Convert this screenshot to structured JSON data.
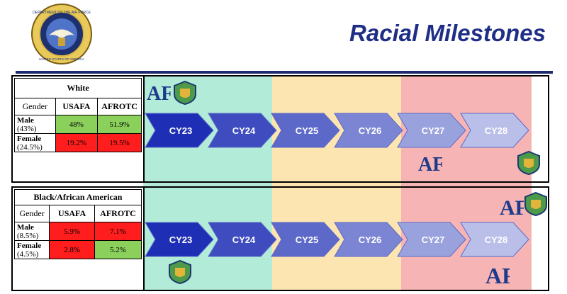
{
  "header": {
    "title": "Racial Milestones",
    "seal_text": "DEPARTMENT OF THE AIR FORCE",
    "seal_text_bottom": "UNITED STATES OF AMERICA"
  },
  "colors": {
    "title": "#1f2f86",
    "rule": "#1e2a6e",
    "band_teal": "#b3ebd9",
    "band_peach": "#fde5b1",
    "band_pink": "#f7b4b4",
    "cell_green": "#8ad05b",
    "cell_red": "#ff1d1d",
    "arrow_dark": "#1f2fb5",
    "arrow_light": "#b9bfe8"
  },
  "logos": {
    "af_letters": "AF",
    "rotc_badge": "AIR FORCE ROTC"
  },
  "timeline": {
    "years": [
      "CY23",
      "CY24",
      "CY25",
      "CY26",
      "CY27",
      "CY28"
    ]
  },
  "panels": [
    {
      "group": "White",
      "col_gender": "Gender",
      "col_usafa": "USAFA",
      "col_afrotc": "AFROTC",
      "rows": [
        {
          "label_bold": "Male",
          "label_pct": "(43%)",
          "usafa": "48%",
          "afrotc": "51.9%",
          "usafa_status": "green",
          "afrotc_status": "green"
        },
        {
          "label_bold": "Female",
          "label_pct": "(24.5%)",
          "usafa": "19.2%",
          "afrotc": "19.5%",
          "usafa_status": "red",
          "afrotc_status": "red"
        }
      ]
    },
    {
      "group": "Black/African American",
      "col_gender": "Gender",
      "col_usafa": "USAFA",
      "col_afrotc": "AFROTC",
      "rows": [
        {
          "label_bold": "Male",
          "label_pct": "(8.5%)",
          "usafa": "5.9%",
          "afrotc": "7.1%",
          "usafa_status": "red",
          "afrotc_status": "red"
        },
        {
          "label_bold": "Female",
          "label_pct": "(4.5%)",
          "usafa": "2.8%",
          "afrotc": "5.2%",
          "usafa_status": "red",
          "afrotc_status": "green"
        }
      ]
    }
  ]
}
